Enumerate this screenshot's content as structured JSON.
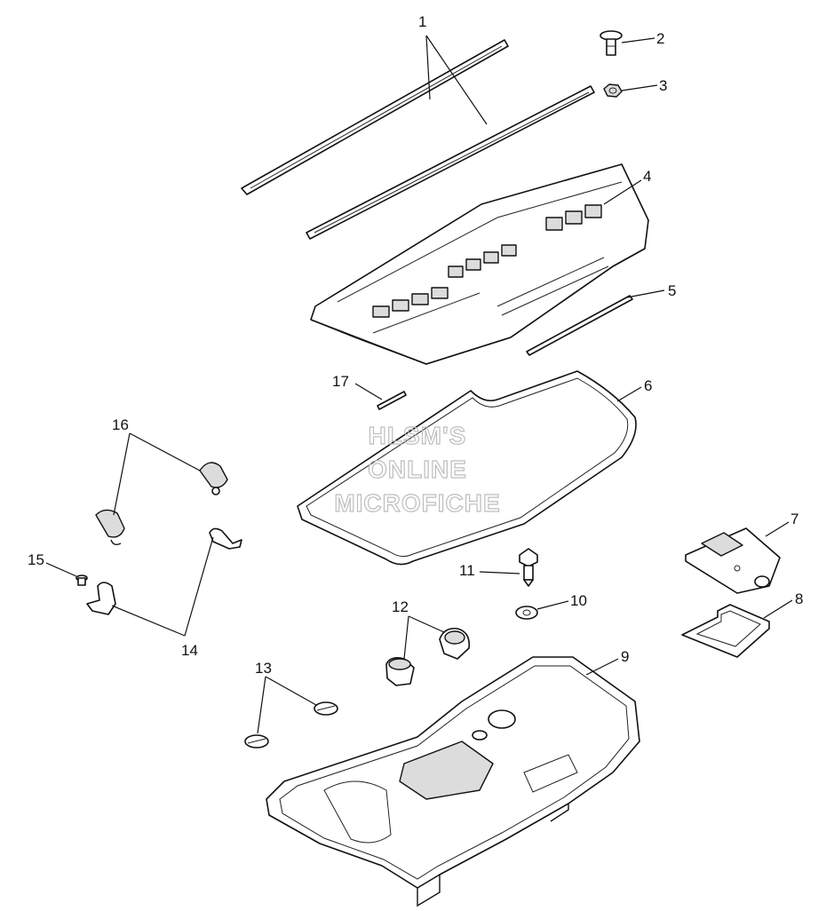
{
  "diagram": {
    "watermark": [
      "HLSM'S",
      "ONLINE",
      "MICROFICHE"
    ],
    "callouts": [
      "1",
      "2",
      "3",
      "4",
      "5",
      "6",
      "7",
      "8",
      "9",
      "10",
      "11",
      "12",
      "13",
      "14",
      "15",
      "16",
      "17"
    ]
  },
  "colors": {
    "background": "#ffffff",
    "linework": "#111111",
    "watermark": "#bdbdbd"
  }
}
